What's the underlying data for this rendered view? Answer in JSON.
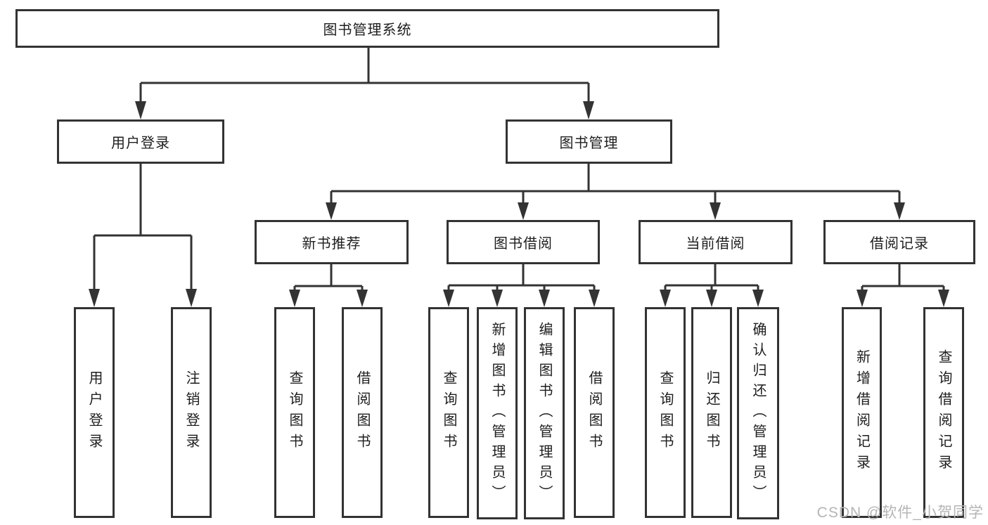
{
  "colors": {
    "line": "#333333",
    "node_border": "#333333",
    "text": "#1e1e1e",
    "watermark": "#b5b5b5",
    "background": "#ffffff"
  },
  "watermark": {
    "text": "CSDN @软件_小贺同学"
  },
  "tree": {
    "root": {
      "label": "图书管理系统"
    },
    "branches": [
      {
        "label": "用户登录",
        "children": [
          {
            "label": "用户登录"
          },
          {
            "label": "注销登录"
          }
        ]
      },
      {
        "label": "图书管理",
        "children": [
          {
            "label": "新书推荐",
            "children": [
              {
                "label": "查询图书"
              },
              {
                "label": "借阅图书"
              }
            ]
          },
          {
            "label": "图书借阅",
            "children": [
              {
                "label": "查询图书"
              },
              {
                "label": "新增图书（管理员）"
              },
              {
                "label": "编辑图书（管理员）"
              },
              {
                "label": "借阅图书"
              }
            ]
          },
          {
            "label": "当前借阅",
            "children": [
              {
                "label": "查询图书"
              },
              {
                "label": "归还图书"
              },
              {
                "label": "确认归还（管理员）"
              }
            ]
          },
          {
            "label": "借阅记录",
            "children": [
              {
                "label": "新增借阅记录"
              },
              {
                "label": "查询借阅记录"
              }
            ]
          }
        ]
      }
    ]
  }
}
